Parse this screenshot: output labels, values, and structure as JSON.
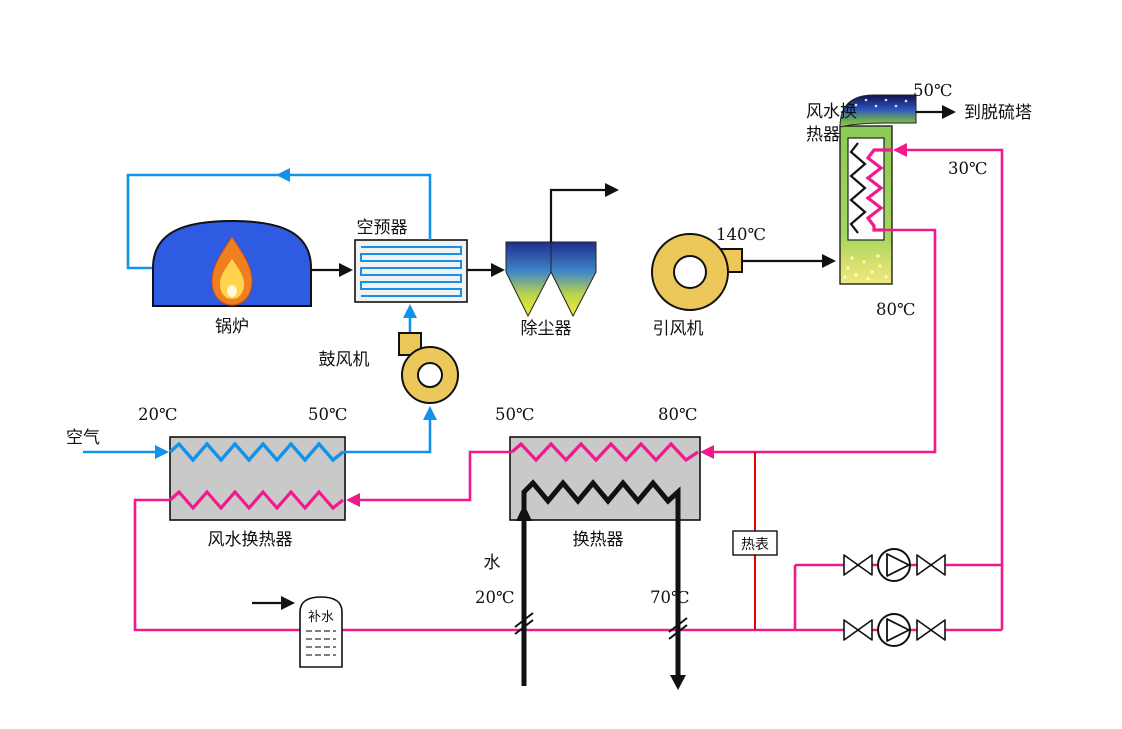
{
  "colors": {
    "blue": "#1292e8",
    "pink": "#f01a8c",
    "red": "#e60000",
    "yellow": "#ecc75a",
    "gray": "#c9c9c9",
    "boiler": "#2e5be1"
  },
  "labels": {
    "boiler": "锅炉",
    "air_preheater": "空预器",
    "dust_collector": "除尘器",
    "induced_draft_fan": "引风机",
    "forced_draft_fan": "鼓风机",
    "air": "空气",
    "air_water_heat_exchanger": "风水换热器",
    "gas_water_heat_exchanger_line1": "风水换",
    "gas_water_heat_exchanger_line2": "热器",
    "heat_exchanger": "换热器",
    "water": "水",
    "heat_meter": "热表",
    "makeup_water": "补水",
    "to_desulfurization_tower": "到脱硫塔"
  },
  "temperatures": {
    "stack_outlet": "50℃",
    "water_return": "30℃",
    "flue_after_fan": "140℃",
    "hot_water_supply": "80℃",
    "air_inlet": "20℃",
    "air_outlet": "50℃",
    "hx_water_in": "50℃",
    "hx_water_supply": "80℃",
    "cold_water_in": "20℃",
    "hot_water_out": "70℃"
  }
}
